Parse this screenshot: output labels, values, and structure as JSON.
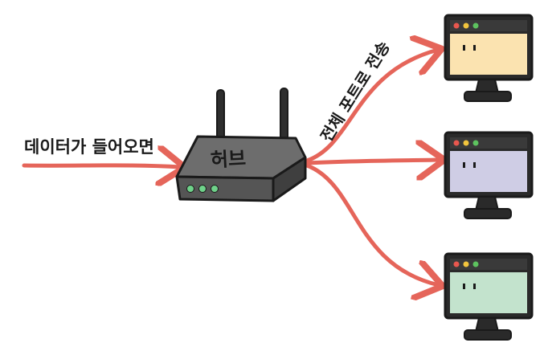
{
  "labels": {
    "incoming": "데이터가 들어오면",
    "broadcast": "전체 포트로 전송",
    "hub": "허브"
  },
  "colors": {
    "arrow": "#e5655a",
    "hub_body": "#7d7d7d",
    "hub_top": "#6a6a6a",
    "hub_front": "#4f4f4f",
    "led": "#6fd28a",
    "window_bar": "#4a4a4a",
    "light_red": "#e8574e",
    "light_yellow": "#f2c53d",
    "light_green": "#5dc35f",
    "screen_1": "#fbe3b0",
    "screen_2": "#cfcde5",
    "screen_3": "#c3e3cd",
    "outline": "#1a1a1a"
  },
  "computers": [
    {
      "name": "computer-top",
      "screen_color": "#fbe3b0"
    },
    {
      "name": "computer-middle",
      "screen_color": "#cfcde5"
    },
    {
      "name": "computer-bottom",
      "screen_color": "#c3e3cd"
    }
  ]
}
